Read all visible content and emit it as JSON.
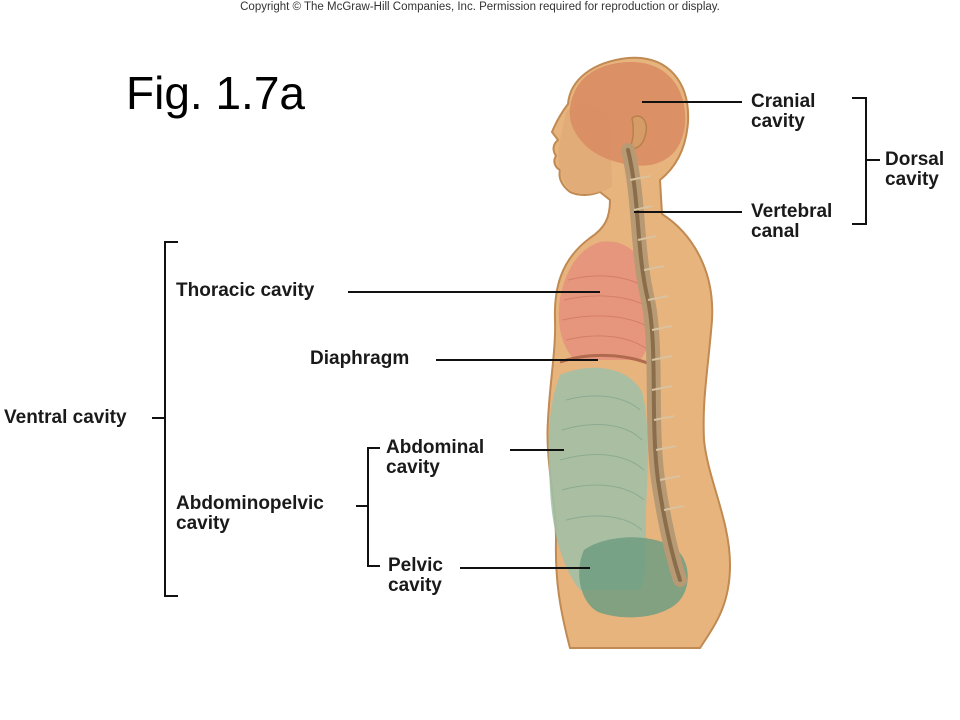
{
  "header": {
    "copyright": "Copyright © The McGraw-Hill Companies, Inc. Permission required for reproduction or display.",
    "figure_title": "Fig. 1.7a"
  },
  "labels": {
    "cranial_1": "Cranial",
    "cranial_2": "cavity",
    "vertebral_1": "Vertebral",
    "vertebral_2": "canal",
    "dorsal_1": "Dorsal",
    "dorsal_2": "cavity",
    "thoracic": "Thoracic cavity",
    "diaphragm": "Diaphragm",
    "ventral": "Ventral cavity",
    "abdominal_1": "Abdominal",
    "abdominal_2": "cavity",
    "abdominopelvic_1": "Abdominopelvic",
    "abdominopelvic_2": "cavity",
    "pelvic_1": "Pelvic",
    "pelvic_2": "cavity"
  },
  "colors": {
    "skin": "#e8b47e",
    "skin_outline": "#c08a52",
    "cranial": "#d88a62",
    "thoracic": "#e58f7c",
    "abdominal": "#9fbfa8",
    "pelvic": "#6f9e80",
    "spine": "#b79a74"
  }
}
